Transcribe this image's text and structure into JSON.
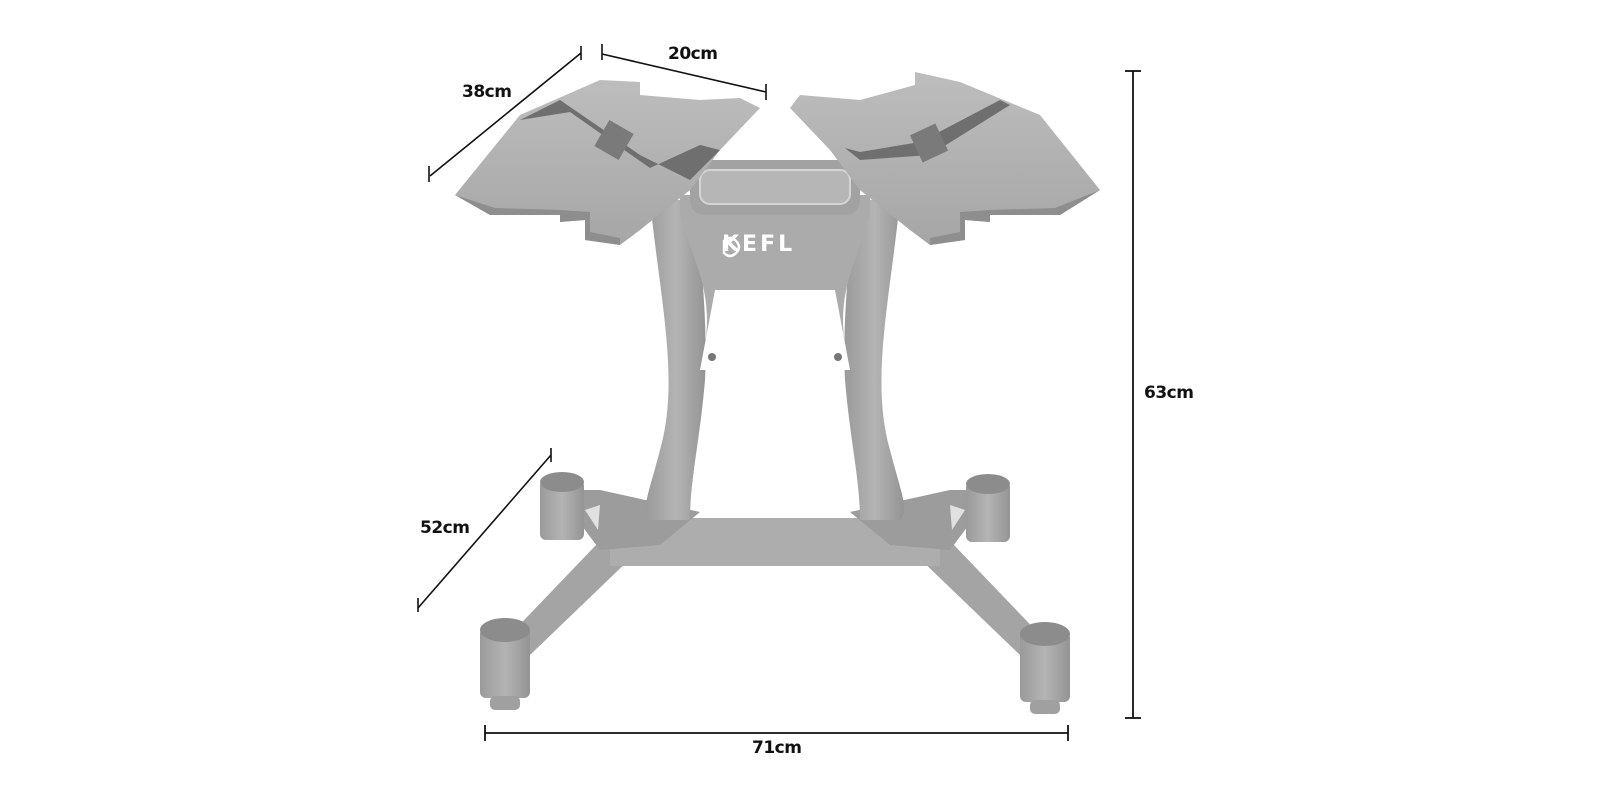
{
  "figure": {
    "type": "product-dimension-diagram",
    "subject": "adjustable dumbbell stand",
    "brand_logo_text": "KEFL",
    "colors": {
      "background": "#ffffff",
      "product": "#a8a8a8",
      "product_dark": "#8f8f8f",
      "dimension_line": "#111111",
      "label": "#111111"
    }
  },
  "dimensions": {
    "tray_length": {
      "label": "38cm"
    },
    "tray_width": {
      "label": "20cm"
    },
    "height": {
      "label": "63cm"
    },
    "base_depth": {
      "label": "52cm"
    },
    "base_width": {
      "label": "71cm"
    }
  }
}
